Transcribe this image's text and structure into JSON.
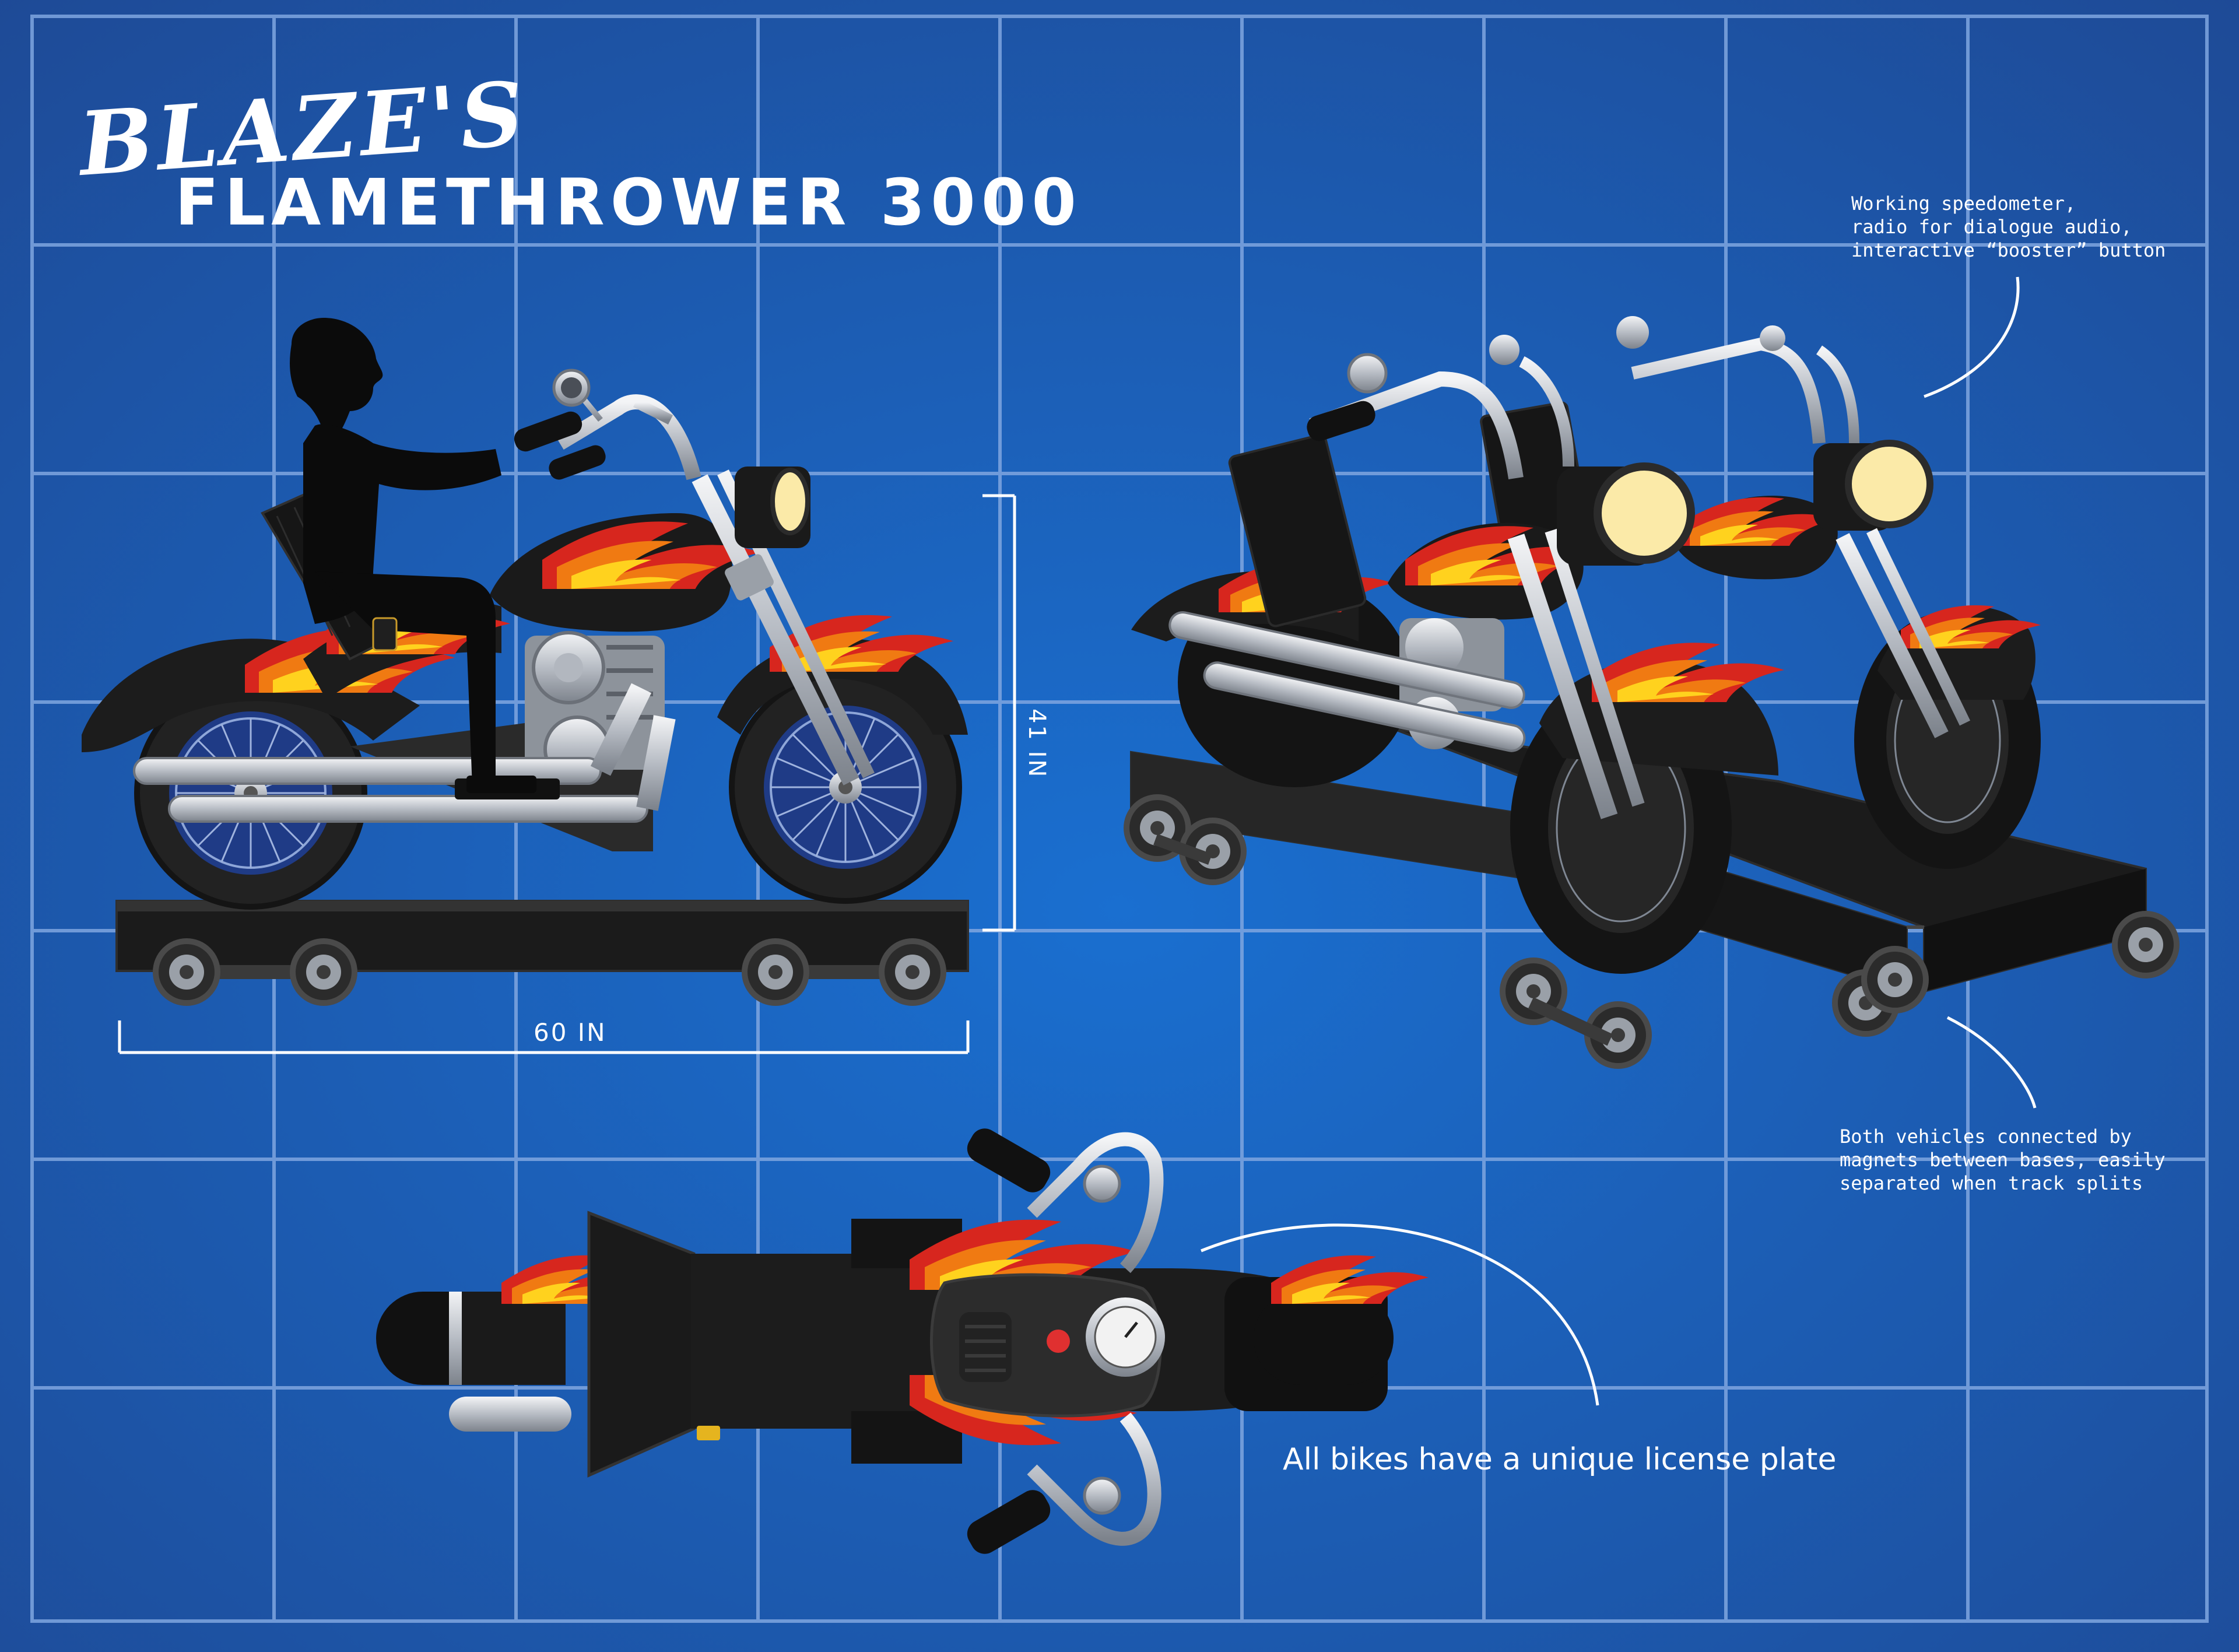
{
  "title": {
    "line1": "BLAZE'S",
    "line2": "FLAMETHROWER 3000"
  },
  "dimensions": {
    "height": "41 IN",
    "length": "60 IN"
  },
  "notes": {
    "dashboard": [
      "Working speedometer,",
      "radio for dialogue audio,",
      "interactive “booster” button"
    ],
    "magnets": [
      "Both vehicles connected by",
      "magnets between bases, easily",
      "separated when track splits"
    ],
    "plate": "All bikes have a unique license plate"
  },
  "colors": {
    "background": "#1d4f9c",
    "grid": "#7fa6e0",
    "body": "#1e1e1e",
    "flame_outer": "#d7261e",
    "flame_mid": "#f07a12",
    "flame_inner": "#ffd21e",
    "chrome": "#c8ccd2",
    "headlight": "#fbeaa8"
  },
  "icons": [
    "motorcycle-side-view",
    "rider-silhouette",
    "twin-motorcycles-perspective",
    "motorcycle-top-view",
    "speedometer-icon",
    "booster-button-icon"
  ]
}
